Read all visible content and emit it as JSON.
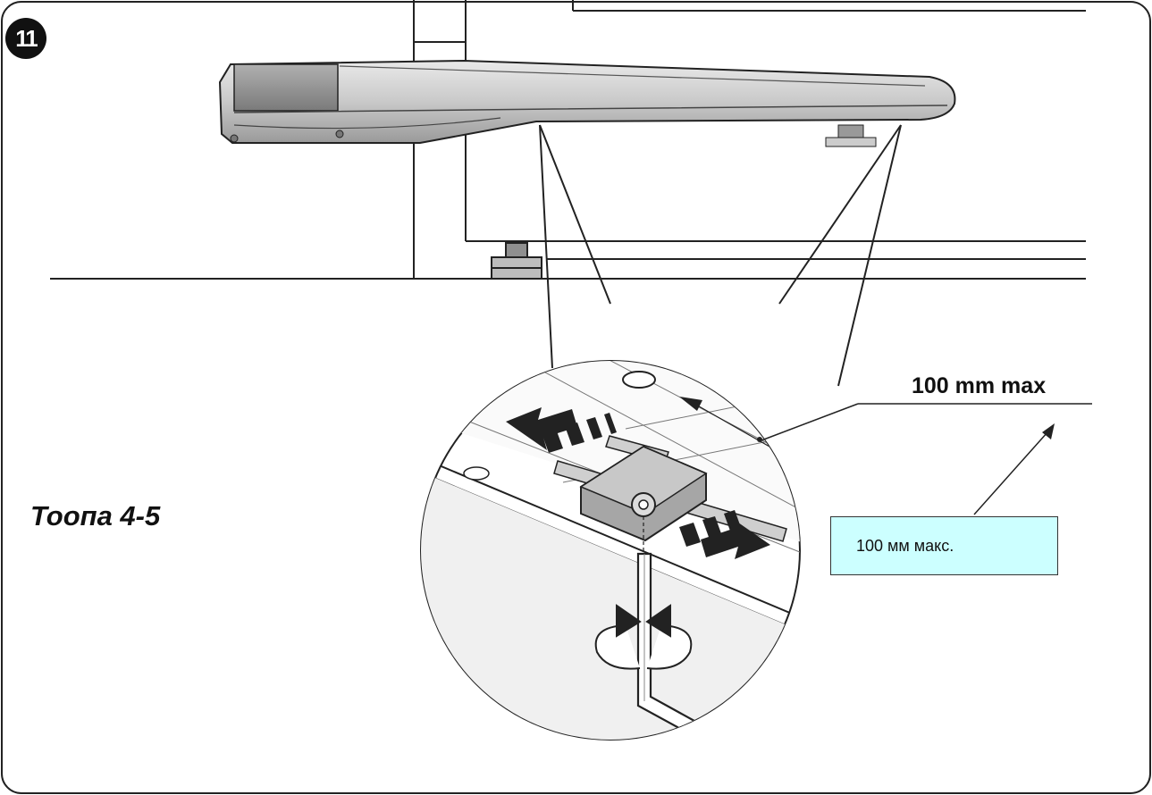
{
  "figure": {
    "number": "11",
    "caption": "Тоопа 4-5",
    "dimension_label": "100 mm max",
    "translation_note": "100 мм макс."
  },
  "icons": [
    "operator-arm",
    "magnifier-detail",
    "double-arrow",
    "hex-key",
    "rotation-arrows"
  ]
}
